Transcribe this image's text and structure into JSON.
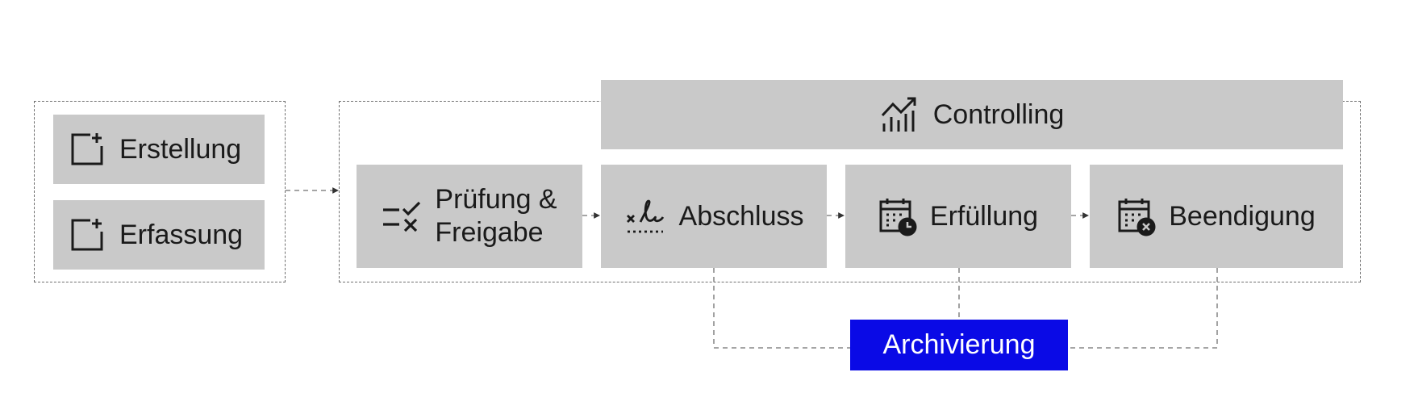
{
  "diagram": {
    "boxes": {
      "erstellung": "Erstellung",
      "erfassung": "Erfassung",
      "pruefung_line1": "Prüfung &",
      "pruefung_line2": "Freigabe",
      "abschluss": "Abschluss",
      "erfuellung": "Erfüllung",
      "beendigung": "Beendigung",
      "controlling": "Controlling",
      "archivierung": "Archivierung"
    },
    "icons": {
      "erstellung": "add-document-icon",
      "erfassung": "add-document-icon",
      "pruefung": "review-checklist-icon",
      "abschluss": "signature-icon",
      "erfuellung": "calendar-clock-icon",
      "beendigung": "calendar-cancel-icon",
      "controlling": "chart-trend-icon"
    },
    "colors": {
      "box_fill": "#c9c9c9",
      "accent": "#0a0ae6",
      "connector": "#6f6f6f"
    }
  }
}
